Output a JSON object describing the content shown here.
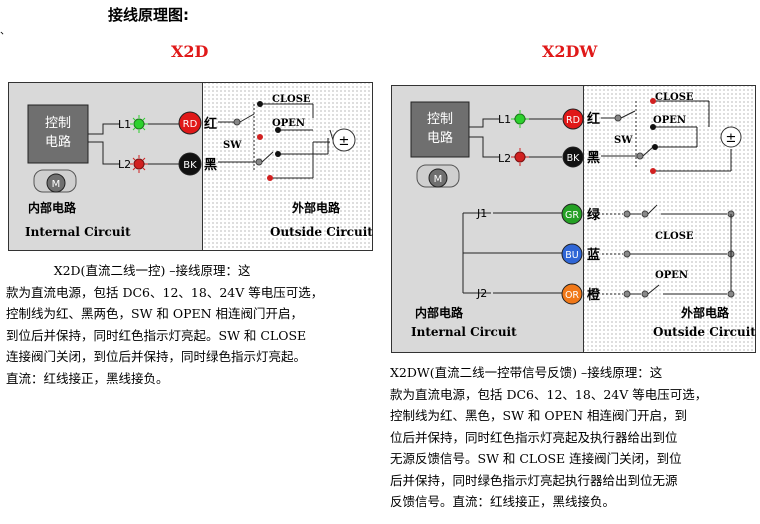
{
  "page": {
    "heading": "接线原理图:",
    "stray_mark": "、"
  },
  "left": {
    "model": "X2D",
    "controller_label": [
      "控制",
      "电路"
    ],
    "motor_label": "M",
    "l1": "L1",
    "l2": "L2",
    "rd": "RD",
    "bk": "BK",
    "red_text": "红",
    "black_text": "黑",
    "close": "CLOSE",
    "open": "OPEN",
    "sw": "SW",
    "source": "±",
    "internal_cn": "内部电路",
    "internal_en": "Internal Circuit",
    "outside_cn": "外部电路",
    "outside_en": "Outside Circuit",
    "description": "            X2D(直流二线一控) –接线原理：这\n款为直流电源，包括 DC6、12、18、24V 等电压可选，\n控制线为红、黑两色，SW 和 OPEN 相连阀门开启，\n到位后并保持，同时红色指示灯亮起。SW 和 CLOSE\n连接阀门关闭，到位后并保持，同时绿色指示灯亮起。\n直流：红线接正，黑线接负。"
  },
  "right": {
    "model": "X2DW",
    "controller_label": [
      "控制",
      "电路"
    ],
    "motor_label": "M",
    "l1": "L1",
    "l2": "L2",
    "j1": "J1",
    "j2": "J2",
    "rd": "RD",
    "bk": "BK",
    "gr": "GR",
    "bu": "BU",
    "or": "OR",
    "red_text": "红",
    "black_text": "黑",
    "green_text": "绿",
    "blue_text": "蓝",
    "orange_text": "橙",
    "close": "CLOSE",
    "open": "OPEN",
    "sw": "SW",
    "feedback_close": "CLOSE",
    "feedback_open": "OPEN",
    "source": "±",
    "internal_cn": "内部电路",
    "internal_en": "Internal Circuit",
    "outside_cn": "外部电路",
    "outside_en": "Outside Circuit",
    "description": "X2DW(直流二线一控带信号反馈) –接线原理：这\n款为直流电源，包括 DC6、12、18、24V 等电压可选，\n控制线为红、黑色，SW 和 OPEN 相连阀门开启，到\n位后并保持，同时红色指示灯亮起及执行器给出到位\n无源反馈信号。SW 和 CLOSE 连接阀门关闭，到位\n后并保持，同时绿色指示灯亮起执行器给出到位无源\n反馈信号。直流：红线接正，黑线接负。"
  },
  "colors": {
    "red": "#e01818",
    "green_led": "#2cd12c",
    "red_led": "#d12020",
    "gr": "#24a024",
    "bu": "#2f66d6",
    "or": "#f07818",
    "box": "#6f6f6f",
    "panel": "#d9d9d9"
  }
}
